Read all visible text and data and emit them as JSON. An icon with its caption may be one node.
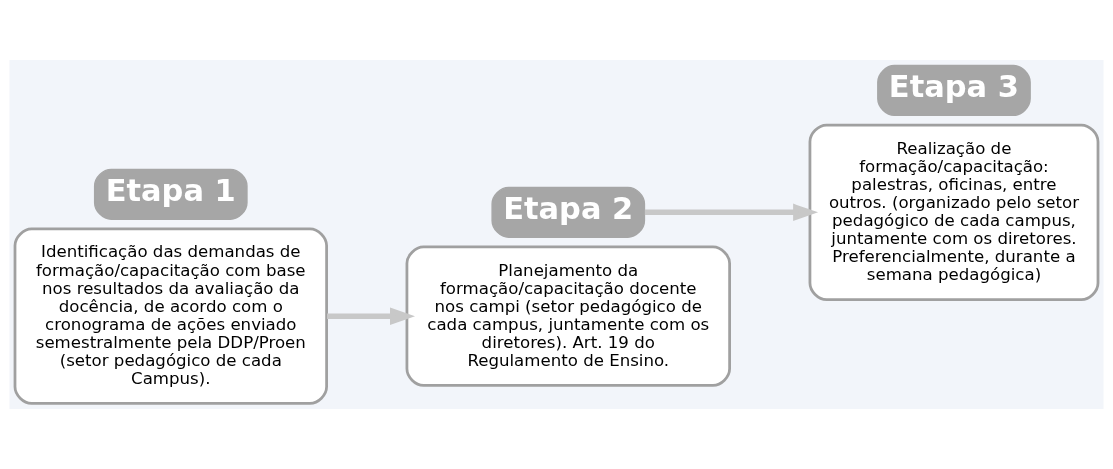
{
  "diagram": {
    "nodes": [
      {
        "text": [
          "Etapa 1"
        ]
      },
      {
        "text": [
          "Identificação das demandas de formação/capacitação com base nos resultados da avaliação da docência, de acordo com o cronograma de ações enviado semestralmente pela DDP/Proen (setor pedagógico de cada Campus)."
        ]
      },
      {
        "text": [
          "Etapa 2"
        ]
      },
      {
        "text": [
          "Planejamento da formação/capacitação docente nos campi (setor pedagógico de cada campus, juntamente com os diretores). Art. 19 do Regulamento de Ensino."
        ]
      },
      {
        "text": [
          "Etapa 3"
        ]
      },
      {
        "text": [
          "Realização de formação/capacitação: palestras, oficinas, entre outros. (organizado pelo setor pedagógico de cada campus, juntamente com os diretores. Preferencialmente, durante a semana pedagógica)"
        ]
      }
    ],
    "edges": [
      {
        "from": 1,
        "to": 3,
        "arrow": "to"
      },
      {
        "from": 2,
        "to": 5,
        "arrow": "to"
      }
    ]
  }
}
